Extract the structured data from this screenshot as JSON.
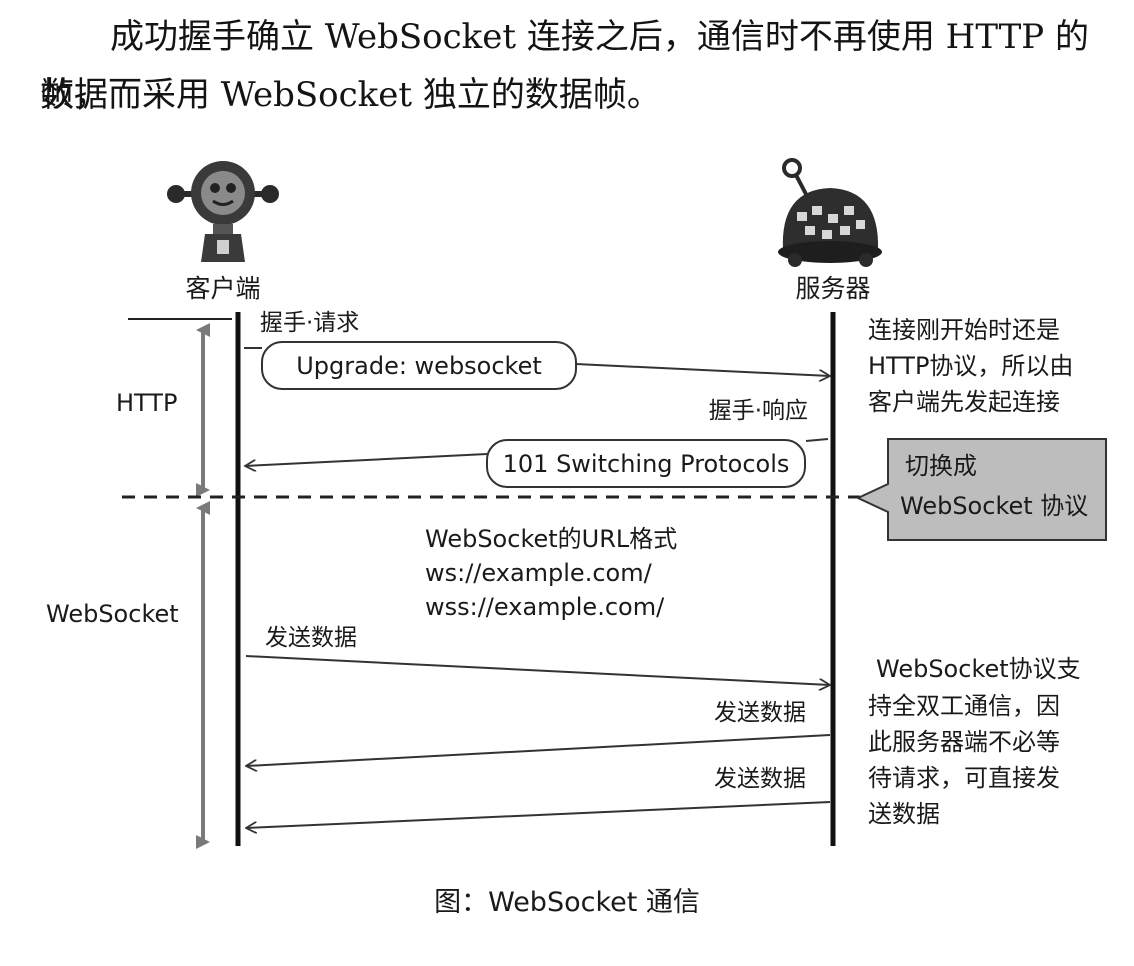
{
  "paragraph": {
    "line1": "成功握手确立 WebSocket 连接之后，通信时不再使用 HTTP 的数据",
    "line2": "帧，而采用 WebSocket 独立的数据帧。"
  },
  "figure": {
    "client_label": "客户端",
    "server_label": "服务器",
    "phase_http": "HTTP",
    "phase_websocket": "WebSocket",
    "handshake_request": "握手·请求",
    "upgrade_header": "Upgrade: websocket",
    "handshake_response": "握手·响应",
    "switching_status": "101 Switching Protocols",
    "note_http": [
      "连接刚开始时还是",
      "HTTP协议，所以由",
      "客户端先发起连接"
    ],
    "callout_switch": [
      "切换成",
      "WebSocket 协议"
    ],
    "url_format": [
      "WebSocket的URL格式",
      "ws://example.com/",
      "wss://example.com/"
    ],
    "send_client": "发送数据",
    "send_server_1": "发送数据",
    "send_server_2": "发送数据",
    "note_fullduplex": [
      "WebSocket协议支",
      "持全双工通信，因",
      "此服务器端不必等",
      "待请求，可直接发",
      "送数据"
    ],
    "caption": "图：WebSocket 通信"
  }
}
